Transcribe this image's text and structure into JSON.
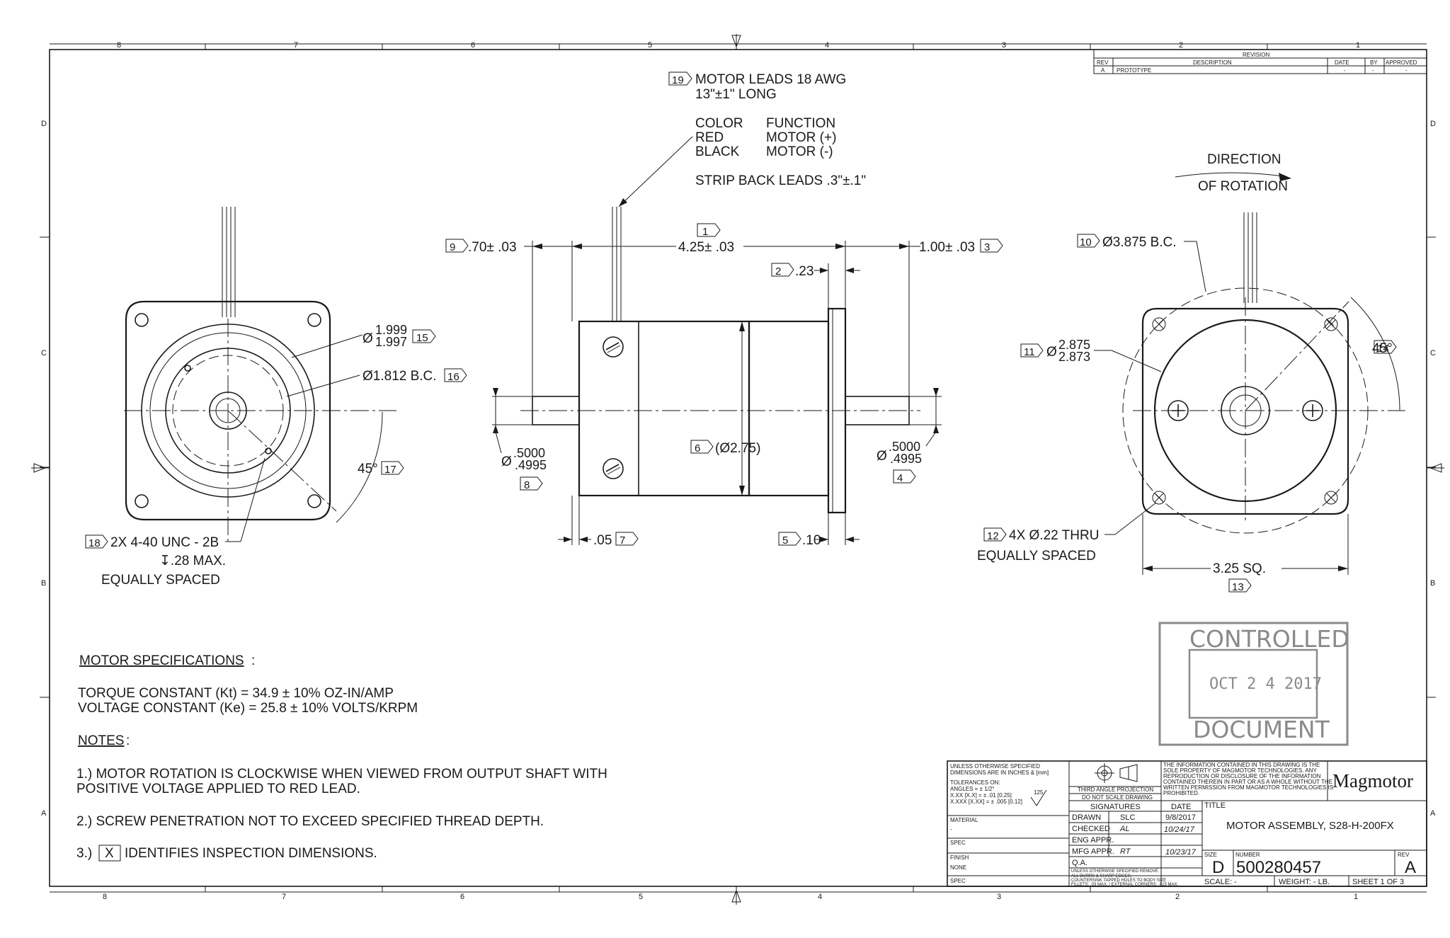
{
  "border": {
    "top_zones": [
      "8",
      "7",
      "6",
      "5",
      "4",
      "3",
      "2",
      "1"
    ],
    "side_zones": [
      "D",
      "C",
      "B",
      "A"
    ]
  },
  "revision": {
    "header": "REVISION",
    "columns": [
      "REV",
      "DESCRIPTION",
      "DATE",
      "BY",
      "APPROVED"
    ],
    "row": [
      "A",
      "PROTOTYPE",
      "-",
      "-",
      "-"
    ]
  },
  "leads_note": {
    "balloon": "19",
    "line1": "MOTOR LEADS 18 AWG",
    "line2": "13\"±1\" LONG",
    "color_header": "COLOR",
    "function_header": "FUNCTION",
    "red": "RED",
    "red_fn": "MOTOR (+)",
    "black": "BLACK",
    "black_fn": "MOTOR (-)",
    "strip": "STRIP BACK LEADS .3\"±.1\""
  },
  "direction": {
    "line1": "DIRECTION",
    "line2": "OF ROTATION"
  },
  "left_view": {
    "dia1_balloon": "15",
    "dia1_top": "1.999",
    "dia1_bot": "1.997",
    "bc_label": "Ø1.812 B.C.",
    "bc_balloon": "16",
    "angle": "45°",
    "angle_balloon": "17",
    "holes_balloon": "18",
    "holes_line1": "2X 4-40 UNC - 2B",
    "holes_line2": "↧.28 MAX.",
    "holes_line3": "EQUALLY SPACED",
    "dia_sym": "Ø"
  },
  "side_view": {
    "len_balloon": "1",
    "len": "4.25± .03",
    "left_balloon": "9",
    "left": ".70± .03",
    "right": "1.00± .03",
    "right_balloon": "3",
    "flange_balloon": "2",
    "flange": ".23",
    "body_balloon": "6",
    "body": "(Ø2.75)",
    "shaft_l_sym": "Ø",
    "shaft_l_top": ".5000",
    "shaft_l_bot": ".4995",
    "shaft_l_balloon": "8",
    "shaft_r_sym": "Ø",
    "shaft_r_top": ".5000",
    "shaft_r_bot": ".4995",
    "shaft_r_balloon": "4",
    "gap_l": ".05",
    "gap_l_balloon": "7",
    "gap_r_balloon": "5",
    "gap_r": ".10"
  },
  "right_view": {
    "bc_balloon": "10",
    "bc": "Ø3.875 B.C.",
    "pilot_balloon": "11",
    "pilot_sym": "Ø",
    "pilot_top": "2.875",
    "pilot_bot": "2.873",
    "angle": "45°",
    "angle_balloon": "14",
    "holes_balloon": "12",
    "holes_line1": "4X Ø.22 THRU",
    "holes_line2": "EQUALLY SPACED",
    "square": "3.25 SQ.",
    "square_balloon": "13"
  },
  "specs": {
    "heading": "MOTOR SPECIFICATIONS",
    "line1": "TORQUE CONSTANT (Kt) = 34.9 ± 10% OZ-IN/AMP",
    "line2": "VOLTAGE CONSTANT (Ke) = 25.8 ± 10% VOLTS/KRPM"
  },
  "notes": {
    "heading": "NOTES",
    "n1a": "1.) MOTOR ROTATION IS CLOCKWISE WHEN VIEWED FROM OUTPUT SHAFT WITH",
    "n1b": "POSITIVE VOLTAGE APPLIED TO RED LEAD.",
    "n2": "2.) SCREW PENETRATION NOT TO EXCEED SPECIFIED THREAD DEPTH.",
    "n3_prefix": "3.)",
    "n3_box": "X",
    "n3": "IDENTIFIES INSPECTION DIMENSIONS."
  },
  "stamp": {
    "top": "CONTROLLED",
    "date": "OCT 2 4 2017",
    "bottom": "DOCUMENT"
  },
  "title_block": {
    "tol1": "UNLESS OTHERWISE SPECIFIED",
    "tol2": "DIMENSIONS ARE IN INCHES & [mm]",
    "tol3": "TOLERANCES ON:",
    "tol4": "ANGLES = ± 1/2°",
    "tol5": "X.XX [X.X] = ± .01 [0.25]",
    "tol6": "X.XXX [X.XX] = ± .005 [0.12]",
    "finish_mark": "125",
    "projection": "THIRD ANGLE PROJECTION",
    "do_not_scale": "DO NOT SCALE DRAWING",
    "prop1": "THE INFORMATION CONTAINED IN THIS DRAWING IS THE",
    "prop2": "SOLE PROPERTY OF MAGMOTOR TECHNOLOGIES. ANY",
    "prop3": "REPRODUCTION OR DISCLOSURE OF THE INFORMATION",
    "prop4": "CONTAINED THEREIN IN PART OR AS A WHOLE WITHOUT THE",
    "prop5": "WRITTEN PERMISSION FROM MAGMOTOR TECHNOLOGIES IS",
    "prop6": "PROHIBITED.",
    "logo": "Magmotor",
    "signatures": "SIGNATURES",
    "date_hdr": "DATE",
    "title_hdr": "TITLE",
    "title": "MOTOR ASSEMBLY, S28-H-200FX",
    "material_lbl": "MATERIAL",
    "material": "-",
    "spec1_lbl": "SPEC",
    "finish_lbl": "FINISH",
    "finish": "NONE",
    "spec2_lbl": "SPEC",
    "drawn_lbl": "DRAWN",
    "drawn_by": "SLC",
    "drawn_date": "9/8/2017",
    "checked_lbl": "CHECKED",
    "checked_by": "AL",
    "checked_date": "10/24/17",
    "eng_lbl": "ENG APPR.",
    "mfg_lbl": "MFG APPR.",
    "mfg_by": "RT",
    "mfg_date": "10/23/17",
    "qa_lbl": "Q.A.",
    "burrs1": "UNLESS OTHERWISE SPECIFIED REMOVE",
    "burrs2": "ALL BURRS & SHARP EDGES,",
    "burrs3": "COUNTERSINK TAPPED HOLES TO BODY SIZE",
    "burrs4": "FILLETS: .03 MAX. / EXTERNAL CORNERS: .015 MAX.",
    "size_lbl": "SIZE",
    "size": "D",
    "number_lbl": "NUMBER",
    "number": "500280457",
    "rev_lbl": "REV",
    "rev": "A",
    "scale": "SCALE: -",
    "weight": "WEIGHT: - LB.",
    "sheet": "SHEET 1  OF  3"
  }
}
